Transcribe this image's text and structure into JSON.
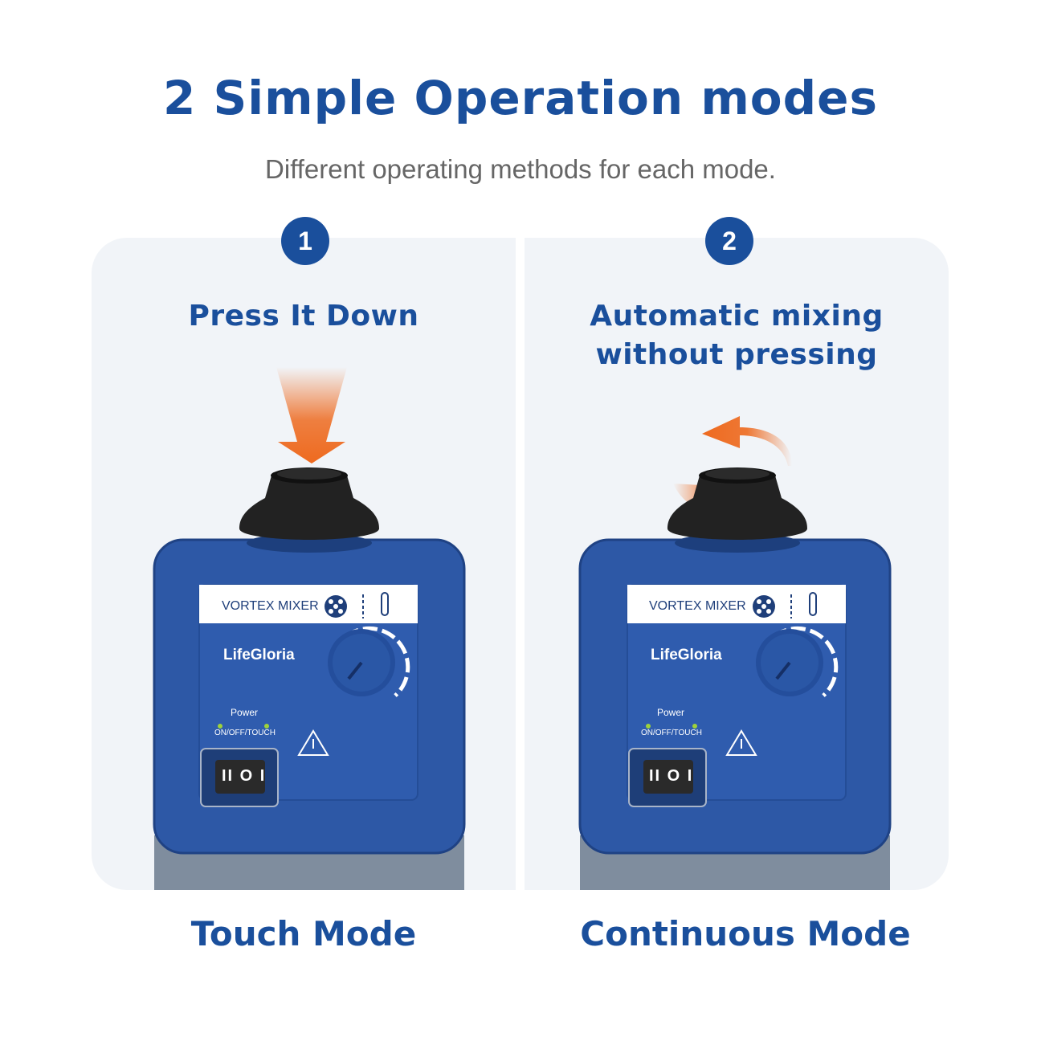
{
  "header": {
    "title": "2 Simple Operation modes",
    "subtitle": "Different operating methods for each mode."
  },
  "modes": [
    {
      "number": "1",
      "heading_line1": "Press It Down",
      "heading_line2": "",
      "mode_label": "Touch Mode",
      "arrow_icon": "down-arrow-icon"
    },
    {
      "number": "2",
      "heading_line1": "Automatic mixing",
      "heading_line2": "without pressing",
      "mode_label": "Continuous Mode",
      "arrow_icon": "rotate-arrows-icon"
    }
  ],
  "device": {
    "label": "VORTEX MIXER",
    "brand": "LifeGloria",
    "power_label": "Power",
    "switch_positions": "ON/OFF/TOUCH",
    "switch_symbols": "II O I"
  },
  "colors": {
    "accent": "#1a4f9c",
    "arrow": "#ee6a1f",
    "panel_bg": "#f1f4f8",
    "device_blue": "#2d58a6",
    "device_base": "#7f8d9e"
  }
}
